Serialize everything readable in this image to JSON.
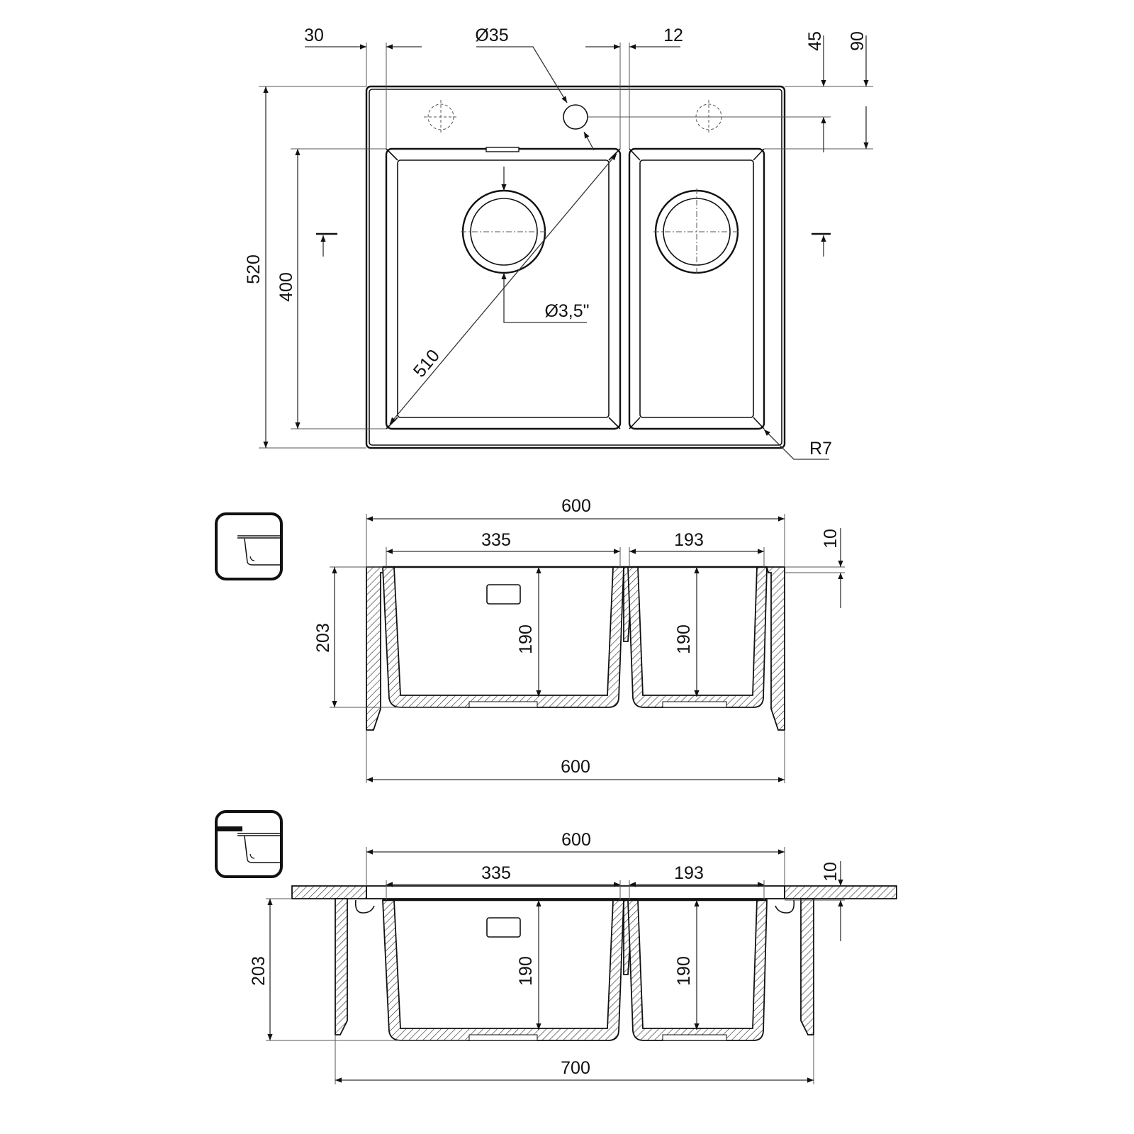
{
  "title": "Sink technical drawing",
  "colors": {
    "line": "#111111",
    "background": "#ffffff"
  },
  "plan_view": {
    "dim_hole_offset": "30",
    "dim_tap_hole_diameter": "Ø35",
    "dim_divider": "12",
    "dim_tap_hole_y": "45",
    "dim_bowl_offset_y": "90",
    "dim_total_depth": "520",
    "dim_bowl_depth": "400",
    "dim_drain_diameter": "Ø3,5\"",
    "dim_diagonal": "510",
    "dim_radius": "R7"
  },
  "section_undermount": {
    "icon": "undermount-installation-icon",
    "dim_overall_top": "600",
    "dim_main_bowl": "335",
    "dim_small_bowl": "193",
    "dim_flange": "10",
    "dim_height": "203",
    "dim_main_depth": "190",
    "dim_small_depth": "190",
    "dim_overall_bottom": "600"
  },
  "section_inset": {
    "icon": "inset-installation-icon",
    "dim_overall_top": "600",
    "dim_main_bowl": "335",
    "dim_small_bowl": "193",
    "dim_flange": "10",
    "dim_height": "203",
    "dim_main_depth": "190",
    "dim_small_depth": "190",
    "dim_cabinet": "700"
  }
}
